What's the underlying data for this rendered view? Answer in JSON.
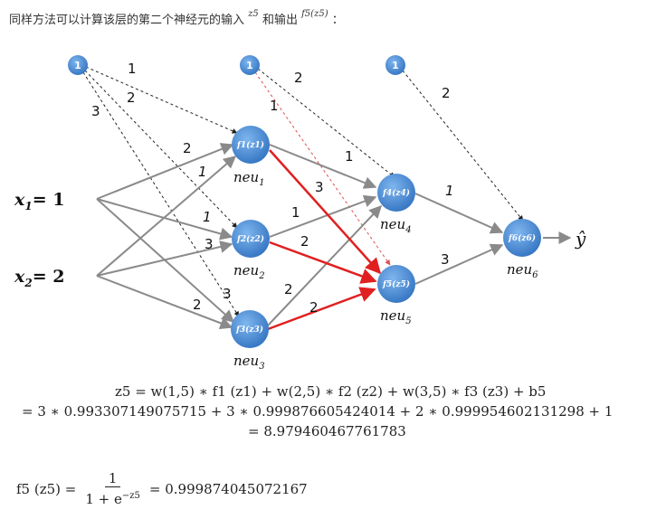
{
  "intro": {
    "text": "同样方法可以计算该层的第二个神经元的输入",
    "z5": "z5",
    "and_output": "和输出",
    "f5z5": "f5(z5)",
    "colon": "："
  },
  "inputs": [
    {
      "name": "x",
      "sub": "1",
      "value": "= 1"
    },
    {
      "name": "x",
      "sub": "2",
      "value": "= 2"
    }
  ],
  "bias_label": "1",
  "neurons": [
    {
      "id": "neu1",
      "func": "f1(z1)",
      "label": "neu",
      "sub": "1"
    },
    {
      "id": "neu2",
      "func": "f2(z2)",
      "label": "neu",
      "sub": "2"
    },
    {
      "id": "neu3",
      "func": "f3(z3)",
      "label": "neu",
      "sub": "3"
    },
    {
      "id": "neu4",
      "func": "f4(z4)",
      "label": "neu",
      "sub": "4"
    },
    {
      "id": "neu5",
      "func": "f5(z5)",
      "label": "neu",
      "sub": "5"
    },
    {
      "id": "neu6",
      "func": "f6(z6)",
      "label": "neu",
      "sub": "6"
    }
  ],
  "output_label": "ŷ",
  "weights": {
    "b1_n1": "1",
    "b1_n2": "2",
    "b1_n3": "3",
    "x1_n1": "2",
    "x2_n1": "1",
    "x1_n2": "1",
    "x2_n2": "3",
    "x1_n3": "3",
    "x2_n3": "2",
    "b2_n4": "2",
    "b2_n5": "1",
    "n1_n4": "1",
    "n1_n5": "3",
    "n2_n4": "1",
    "n2_n5": "2",
    "n3_n4": "2",
    "n3_n5": "2",
    "b3_n6": "2",
    "n4_n6": "1",
    "n5_n6": "3"
  },
  "equations": {
    "line1": "z5 = w(1,5) ∗ f1 (z1) + w(2,5) ∗ f2 (z2) + w(3,5) ∗ f3 (z3) + b5",
    "line2": "= 3 ∗ 0.993307149075715 + 3 ∗ 0.999876605424014 + 2 ∗ 0.999954602131298 + 1",
    "line3": "= 8.979460467761783",
    "f5_lhs": "f5 (z5) =",
    "f5_num": "1",
    "f5_den_base": "1 + e",
    "f5_den_exp": "−z5",
    "f5_result": "= 0.999874045072167"
  },
  "colors": {
    "node": "#4a8fd6",
    "edge": "#8a8a8a",
    "highlight": "#e02020",
    "dashed": "#222222",
    "dashed_red": "#e05050"
  }
}
